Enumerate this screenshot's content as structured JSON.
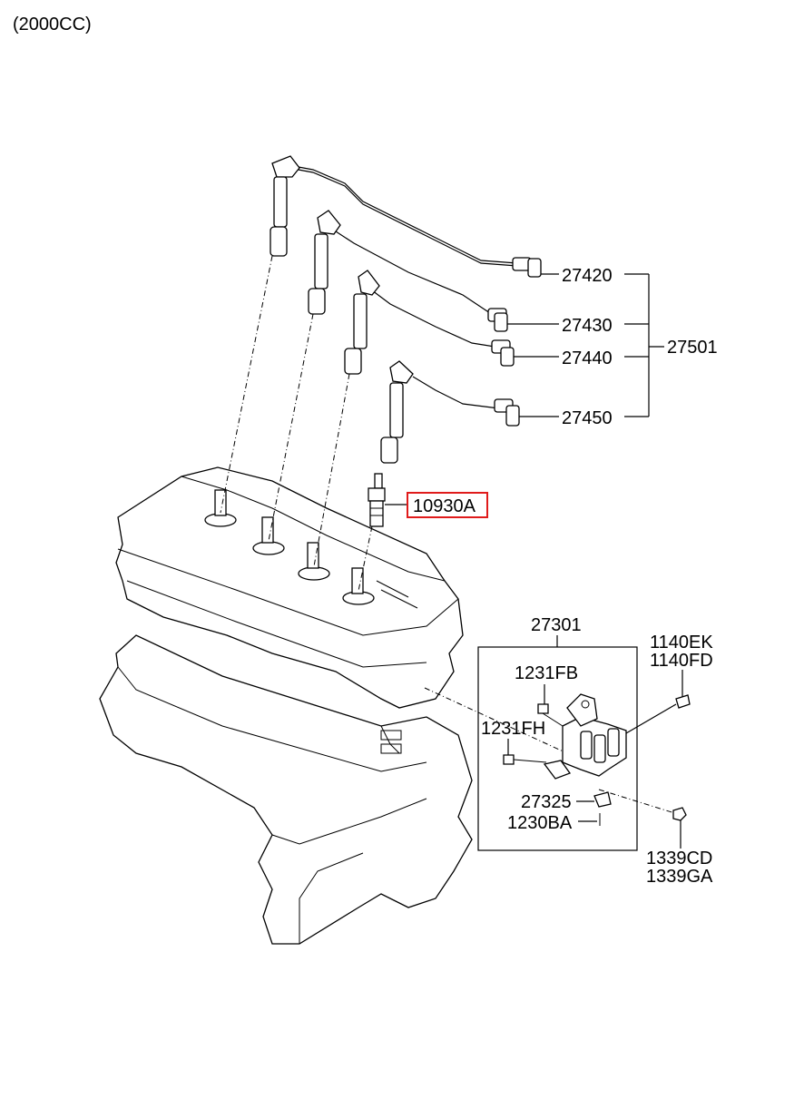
{
  "header": {
    "variant": "(2000CC)"
  },
  "parts": {
    "p27420": "27420",
    "p27430": "27430",
    "p27440": "27440",
    "p27450": "27450",
    "p27501": "27501",
    "p10930A": "10930A",
    "p27301": "27301",
    "p1231FB": "1231FB",
    "p1231FH": "1231FH",
    "p27325": "27325",
    "p1230BA": "1230BA",
    "p1140EK": "1140EK",
    "p1140FD": "1140FD",
    "p1339CD": "1339CD",
    "p1339GA": "1339GA"
  },
  "highlight": {
    "part": "10930A",
    "color": "#e01b1b"
  }
}
